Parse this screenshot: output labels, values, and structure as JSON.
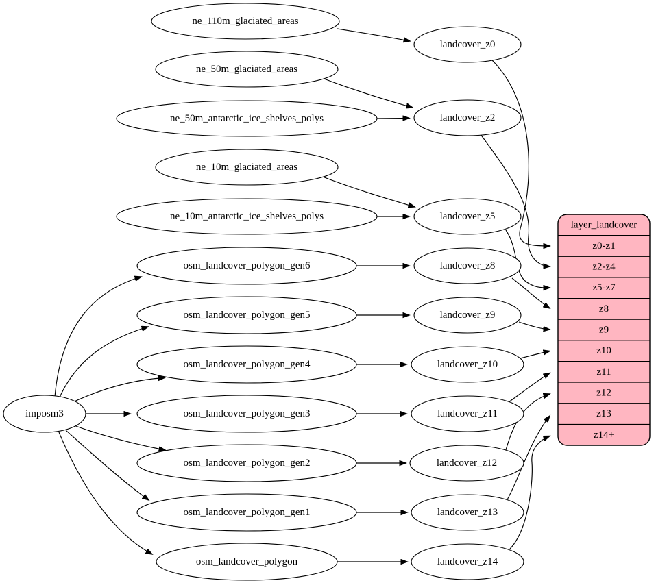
{
  "diagram": {
    "background": "#ffffff",
    "node_fill": "#ffffff",
    "node_stroke": "#000000",
    "table_fill": "#ffb6c1"
  },
  "nodes": {
    "importer": {
      "label": "imposm3"
    },
    "sources": [
      {
        "label": "ne_110m_glaciated_areas"
      },
      {
        "label": "ne_50m_glaciated_areas"
      },
      {
        "label": "ne_50m_antarctic_ice_shelves_polys"
      },
      {
        "label": "ne_10m_glaciated_areas"
      },
      {
        "label": "ne_10m_antarctic_ice_shelves_polys"
      },
      {
        "label": "osm_landcover_polygon_gen6"
      },
      {
        "label": "osm_landcover_polygon_gen5"
      },
      {
        "label": "osm_landcover_polygon_gen4"
      },
      {
        "label": "osm_landcover_polygon_gen3"
      },
      {
        "label": "osm_landcover_polygon_gen2"
      },
      {
        "label": "osm_landcover_polygon_gen1"
      },
      {
        "label": "osm_landcover_polygon"
      }
    ],
    "intermediates": [
      {
        "label": "landcover_z0"
      },
      {
        "label": "landcover_z2"
      },
      {
        "label": "landcover_z5"
      },
      {
        "label": "landcover_z8"
      },
      {
        "label": "landcover_z9"
      },
      {
        "label": "landcover_z10"
      },
      {
        "label": "landcover_z11"
      },
      {
        "label": "landcover_z12"
      },
      {
        "label": "landcover_z13"
      },
      {
        "label": "landcover_z14"
      }
    ],
    "table": {
      "title": "layer_landcover",
      "rows": [
        "z0-z1",
        "z2-z4",
        "z5-z7",
        "z8",
        "z9",
        "z10",
        "z11",
        "z12",
        "z13",
        "z14+"
      ]
    }
  },
  "edges": [
    {
      "from": "imposm3",
      "to": "osm_landcover_polygon_gen6"
    },
    {
      "from": "imposm3",
      "to": "osm_landcover_polygon_gen5"
    },
    {
      "from": "imposm3",
      "to": "osm_landcover_polygon_gen4"
    },
    {
      "from": "imposm3",
      "to": "osm_landcover_polygon_gen3"
    },
    {
      "from": "imposm3",
      "to": "osm_landcover_polygon_gen2"
    },
    {
      "from": "imposm3",
      "to": "osm_landcover_polygon_gen1"
    },
    {
      "from": "imposm3",
      "to": "osm_landcover_polygon"
    },
    {
      "from": "ne_110m_glaciated_areas",
      "to": "landcover_z0"
    },
    {
      "from": "ne_50m_glaciated_areas",
      "to": "landcover_z2"
    },
    {
      "from": "ne_50m_antarctic_ice_shelves_polys",
      "to": "landcover_z2"
    },
    {
      "from": "ne_10m_glaciated_areas",
      "to": "landcover_z5"
    },
    {
      "from": "ne_10m_antarctic_ice_shelves_polys",
      "to": "landcover_z5"
    },
    {
      "from": "osm_landcover_polygon_gen6",
      "to": "landcover_z8"
    },
    {
      "from": "osm_landcover_polygon_gen5",
      "to": "landcover_z9"
    },
    {
      "from": "osm_landcover_polygon_gen4",
      "to": "landcover_z10"
    },
    {
      "from": "osm_landcover_polygon_gen3",
      "to": "landcover_z11"
    },
    {
      "from": "osm_landcover_polygon_gen2",
      "to": "landcover_z12"
    },
    {
      "from": "osm_landcover_polygon_gen1",
      "to": "landcover_z13"
    },
    {
      "from": "osm_landcover_polygon",
      "to": "landcover_z14"
    },
    {
      "from": "landcover_z0",
      "to": "layer_landcover.z0-z1"
    },
    {
      "from": "landcover_z2",
      "to": "layer_landcover.z2-z4"
    },
    {
      "from": "landcover_z5",
      "to": "layer_landcover.z5-z7"
    },
    {
      "from": "landcover_z8",
      "to": "layer_landcover.z8"
    },
    {
      "from": "landcover_z9",
      "to": "layer_landcover.z9"
    },
    {
      "from": "landcover_z10",
      "to": "layer_landcover.z10"
    },
    {
      "from": "landcover_z11",
      "to": "layer_landcover.z11"
    },
    {
      "from": "landcover_z12",
      "to": "layer_landcover.z12"
    },
    {
      "from": "landcover_z13",
      "to": "layer_landcover.z13"
    },
    {
      "from": "landcover_z14",
      "to": "layer_landcover.z14+"
    }
  ]
}
